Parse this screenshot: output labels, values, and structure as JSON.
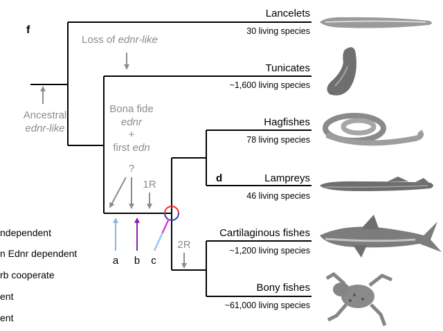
{
  "panel_labels": {
    "f": "f",
    "d": "d"
  },
  "taxa": [
    {
      "name": "Lancelets",
      "species": "30 living species"
    },
    {
      "name": "Tunicates",
      "species": "~1,600 living species"
    },
    {
      "name": "Hagfishes",
      "species": "78 living species"
    },
    {
      "name": "Lampreys",
      "species": "46 living species"
    },
    {
      "name": "Cartilaginous fishes",
      "species": "~1,200 living species"
    },
    {
      "name": "Bony fishes",
      "species": "~61,000 living species"
    }
  ],
  "annotations": {
    "loss_prefix": "Loss of",
    "loss_gene": "ednr-like",
    "ancestral": "Ancestral",
    "ancestral_gene": "ednr-like",
    "bona_fide": "Bona fide",
    "bona_fide_gene": "ednr",
    "plus": "+",
    "first": "first",
    "first_gene": "edn",
    "question": "?",
    "r1": "1R",
    "r2": "2R"
  },
  "arrow_labels": {
    "a": "a",
    "b": "b",
    "c": "c"
  },
  "legend_fragments": [
    "ndependent",
    "n Ednr dependent",
    "rb cooperate",
    "ent",
    "ent"
  ],
  "colors": {
    "tree": "#000000",
    "annotation_gray": "#8c8c8c",
    "arrow_a": "#8fb3e6",
    "arrow_b": "#8a1fa8",
    "arrow_c_pink": "#e23bd2",
    "arrow_c_blue": "#9ec4ef",
    "circle_red": "#e8322a",
    "circle_blue": "#2b3fb8"
  },
  "icons": [
    "lancelet-image",
    "tunicate-image",
    "hagfish-image",
    "lamprey-image",
    "shark-image",
    "frog-image"
  ]
}
